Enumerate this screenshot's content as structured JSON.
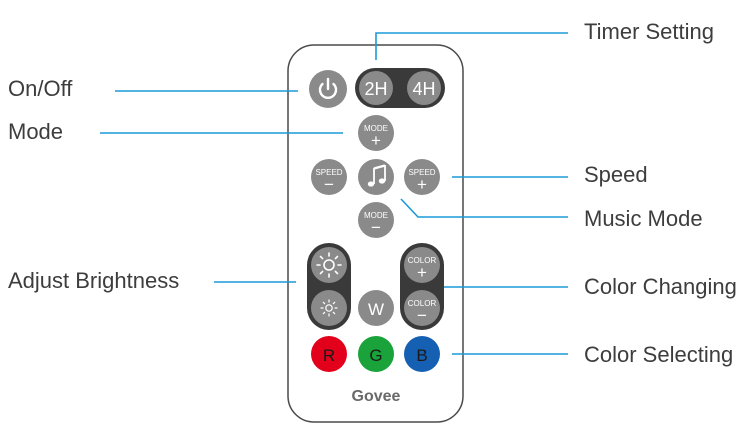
{
  "labels": {
    "on_off": "On/Off",
    "mode": "Mode",
    "adjust_brightness": "Adjust Brightness",
    "timer_setting": "Timer Setting",
    "speed": "Speed",
    "music_mode": "Music Mode",
    "color_changing": "Color Changing",
    "color_selecting": "Color Selecting"
  },
  "remote": {
    "brand": "Govee",
    "buttons": {
      "timer_2h": "2H",
      "timer_4h": "4H",
      "mode_small": "MODE",
      "speed_small": "SPEED",
      "color_small": "COLOR",
      "plus": "+",
      "minus": "−",
      "white": "W",
      "red": "R",
      "green": "G",
      "blue": "B"
    }
  },
  "colors": {
    "callout_line": "#1a9bd7",
    "button_gray": "#8a8a8a",
    "rocker_dark": "#3a3a3a",
    "red": "#e3001b",
    "green": "#1aa33a",
    "blue": "#1560b3"
  }
}
